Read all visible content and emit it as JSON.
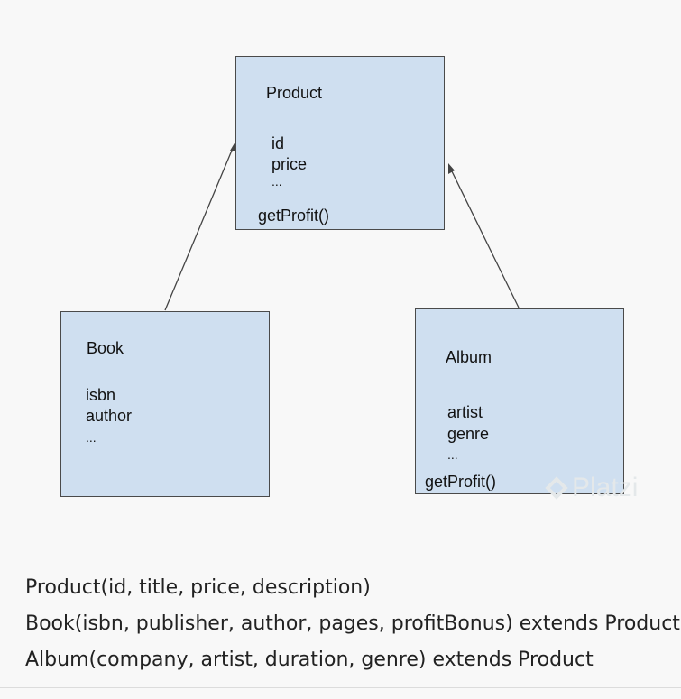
{
  "diagram": {
    "product": {
      "name": "Product",
      "attributes": [
        "id",
        "price",
        "..."
      ],
      "method": "getProfit()"
    },
    "book": {
      "name": "Book",
      "attributes": [
        "isbn",
        "author",
        "..."
      ]
    },
    "album": {
      "name": "Album",
      "attributes": [
        "artist",
        "genre",
        "..."
      ],
      "method": "getProfit()"
    }
  },
  "captions": [
    "Product(id, title, price, description)",
    "Book(isbn, publisher, author, pages, profitBonus) extends Product",
    "Album(company, artist, duration, genre) extends Product"
  ],
  "watermark": "Platzi",
  "colors": {
    "box_fill": "#cfdff0",
    "box_border": "#4a4a4a",
    "text": "#222222"
  }
}
